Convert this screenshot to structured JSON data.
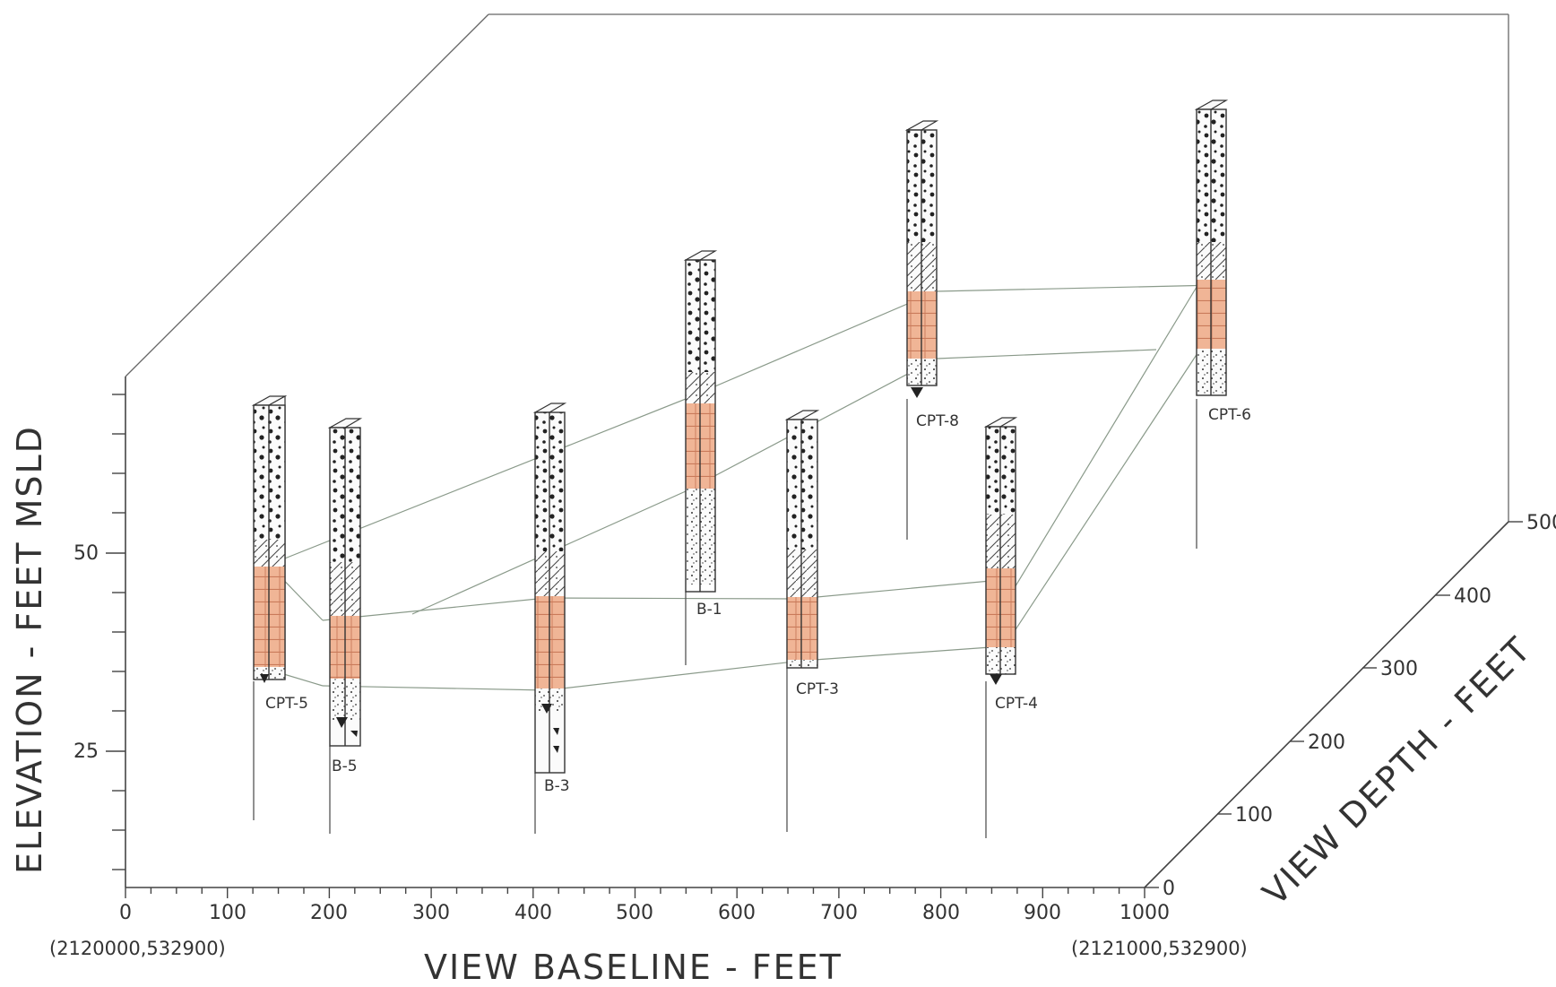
{
  "axes": {
    "elevation_title": "ELEVATION - FEET MSLD",
    "baseline_title": "VIEW BASELINE - FEET",
    "depth_title": "VIEW DEPTH - FEET",
    "origin_coord": "(2120000,532900)",
    "end_coord": "(2121000,532900)",
    "x_ticks": [
      "0",
      "100",
      "200",
      "300",
      "400",
      "500",
      "600",
      "700",
      "800",
      "900",
      "1000"
    ],
    "y_ticks": [
      "50",
      "25"
    ],
    "z_ticks": [
      "0",
      "100",
      "200",
      "300",
      "400",
      "500"
    ]
  },
  "colors": {
    "clay": "#f0b596",
    "clay_grid": "#c97a5a",
    "correlation": "#8a9a8a",
    "ink": "#333333"
  },
  "borings": [
    {
      "id": "cpt-5",
      "label": "CPT-5"
    },
    {
      "id": "b-5",
      "label": "B-5"
    },
    {
      "id": "b-3",
      "label": "B-3"
    },
    {
      "id": "b-1",
      "label": "B-1"
    },
    {
      "id": "cpt-3",
      "label": "CPT-3"
    },
    {
      "id": "cpt-8",
      "label": "CPT-8"
    },
    {
      "id": "cpt-4",
      "label": "CPT-4"
    },
    {
      "id": "cpt-6",
      "label": "CPT-6"
    }
  ]
}
